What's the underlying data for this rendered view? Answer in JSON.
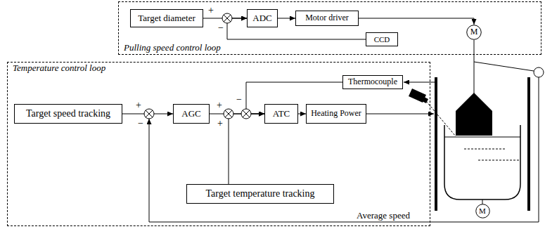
{
  "diagram": {
    "nodes": [
      {
        "text": [
          "Pulling speed control loop"
        ]
      },
      {
        "text": [
          "Target diameter"
        ],
        "in": 0
      },
      {
        "text": [
          "ADC"
        ],
        "in": 0
      },
      {
        "text": [
          "Motor driver"
        ],
        "in": 0
      },
      {
        "text": [
          "CCD"
        ],
        "in": 0
      },
      {
        "text": [
          "M"
        ],
        "in": 0
      },
      {
        "text": [
          "Temperature control loop"
        ]
      },
      {
        "text": [
          "Thermocouple"
        ],
        "in": 6
      },
      {
        "text": [
          "Target speed tracking"
        ],
        "in": 6
      },
      {
        "text": [
          "AGC"
        ],
        "in": 6
      },
      {
        "text": [
          "ATC"
        ],
        "in": 6
      },
      {
        "text": [
          "Heating Power"
        ],
        "in": 6
      },
      {
        "text": [
          "Target temperature tracking"
        ],
        "in": 6
      },
      {
        "text": [
          "M"
        ]
      }
    ],
    "edges": [
      {
        "from": 1,
        "to": 2,
        "arrow": "to"
      },
      {
        "from": 4,
        "to": 2,
        "arrow": "to"
      },
      {
        "from": 2,
        "to": 3,
        "arrow": "to"
      },
      {
        "from": 3,
        "to": 5,
        "arrow": "to"
      },
      {
        "from": 8,
        "to": 9,
        "arrow": "to"
      },
      {
        "from": 9,
        "to": 10,
        "arrow": "to"
      },
      {
        "from": 12,
        "to": 10,
        "arrow": "to"
      },
      {
        "from": 7,
        "to": 10,
        "arrow": "to"
      },
      {
        "from": 10,
        "to": 11,
        "arrow": "to"
      }
    ],
    "labels": [
      "+",
      "−",
      "−",
      "+",
      "+",
      "−",
      "+",
      "Average speed"
    ]
  }
}
